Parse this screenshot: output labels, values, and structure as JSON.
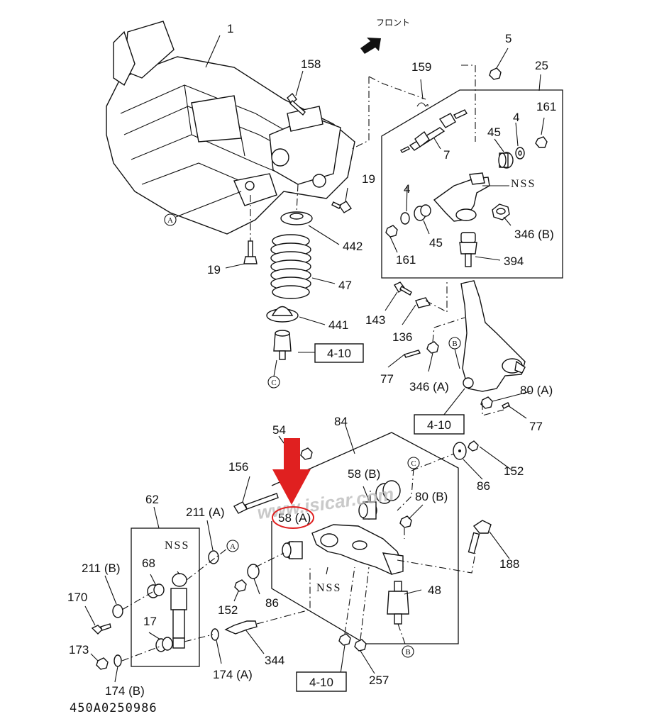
{
  "diagram": {
    "title_jp": "フロント",
    "drawing_code": "450A0250986",
    "watermark": "www.isicar.com",
    "highlight_color": "#e02020",
    "highlighted_part": "58 (A)",
    "callouts": [
      {
        "id": "c1",
        "text": "1"
      },
      {
        "id": "c158",
        "text": "158"
      },
      {
        "id": "c159",
        "text": "159"
      },
      {
        "id": "c5",
        "text": "5"
      },
      {
        "id": "c25",
        "text": "25"
      },
      {
        "id": "c161a",
        "text": "161"
      },
      {
        "id": "c4a",
        "text": "4"
      },
      {
        "id": "c45a",
        "text": "45"
      },
      {
        "id": "c7",
        "text": "7"
      },
      {
        "id": "c4b",
        "text": "4"
      },
      {
        "id": "c45b",
        "text": "45"
      },
      {
        "id": "c161b",
        "text": "161"
      },
      {
        "id": "c346b",
        "text": "346 (B)"
      },
      {
        "id": "c394",
        "text": "394"
      },
      {
        "id": "c19a",
        "text": "19"
      },
      {
        "id": "c19b",
        "text": "19"
      },
      {
        "id": "c442",
        "text": "442"
      },
      {
        "id": "c47",
        "text": "47"
      },
      {
        "id": "c441",
        "text": "441"
      },
      {
        "id": "c143",
        "text": "143"
      },
      {
        "id": "c136",
        "text": "136"
      },
      {
        "id": "c77a",
        "text": "77"
      },
      {
        "id": "c346a",
        "text": "346 (A)"
      },
      {
        "id": "c80a",
        "text": "80 (A)"
      },
      {
        "id": "c77b",
        "text": "77"
      },
      {
        "id": "c54",
        "text": "54"
      },
      {
        "id": "c84",
        "text": "84"
      },
      {
        "id": "c152a",
        "text": "152"
      },
      {
        "id": "c86a",
        "text": "86"
      },
      {
        "id": "c156",
        "text": "156"
      },
      {
        "id": "c58b",
        "text": "58 (B)"
      },
      {
        "id": "c80b",
        "text": "80 (B)"
      },
      {
        "id": "c58a",
        "text": "58 (A)"
      },
      {
        "id": "c62",
        "text": "62"
      },
      {
        "id": "c211a",
        "text": "211 (A)"
      },
      {
        "id": "c188",
        "text": "188"
      },
      {
        "id": "c211b",
        "text": "211 (B)"
      },
      {
        "id": "c68",
        "text": "68"
      },
      {
        "id": "c48",
        "text": "48"
      },
      {
        "id": "c170",
        "text": "170"
      },
      {
        "id": "c152b",
        "text": "152"
      },
      {
        "id": "c86b",
        "text": "86"
      },
      {
        "id": "c17",
        "text": "17"
      },
      {
        "id": "c344",
        "text": "344"
      },
      {
        "id": "c173",
        "text": "173"
      },
      {
        "id": "c174a",
        "text": "174 (A)"
      },
      {
        "id": "c174b",
        "text": "174 (B)"
      },
      {
        "id": "c257",
        "text": "257"
      }
    ],
    "nss_labels": [
      "NSS",
      "NSS",
      "NSS"
    ],
    "ref_boxes": [
      "4-10",
      "4-10",
      "4-10"
    ],
    "connectors": [
      "A",
      "A",
      "B",
      "B",
      "C",
      "C"
    ]
  }
}
